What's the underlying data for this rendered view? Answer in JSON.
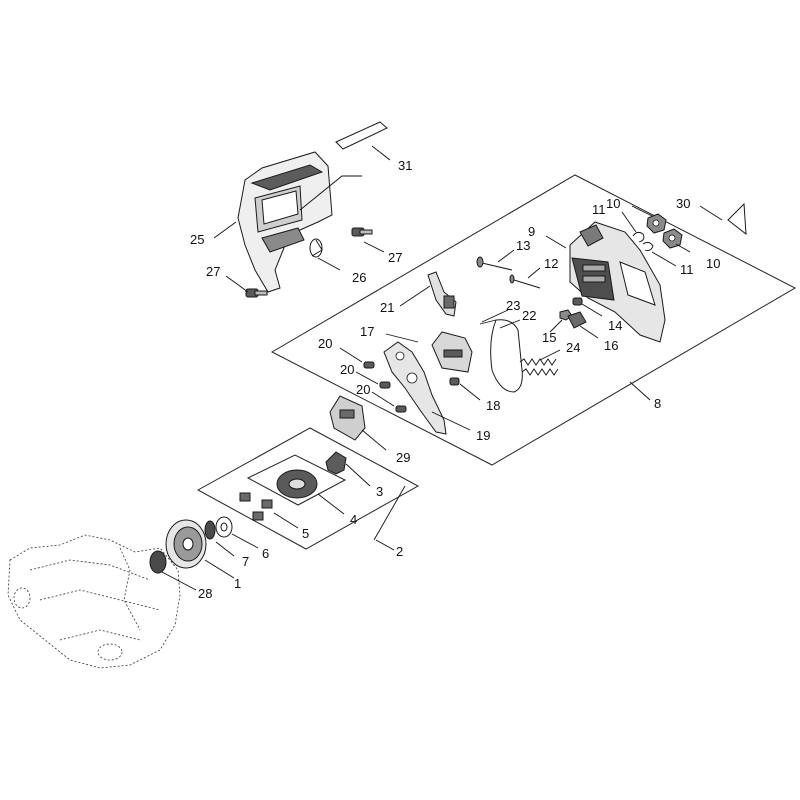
{
  "callouts": [
    "1",
    "2",
    "3",
    "4",
    "5",
    "6",
    "7",
    "8",
    "9",
    "10",
    "10",
    "11",
    "11",
    "12",
    "13",
    "14",
    "15",
    "16",
    "17",
    "18",
    "19",
    "20",
    "20",
    "20",
    "21",
    "22",
    "23",
    "24",
    "25",
    "26",
    "27",
    "27",
    "28",
    "29",
    "30",
    "31"
  ],
  "colors": {
    "line": "#1a1a1a",
    "part_fill": "#e9e9e9",
    "part_dark": "#6b6b6b",
    "part_mid": "#9d9d9d",
    "background": "#ffffff"
  }
}
